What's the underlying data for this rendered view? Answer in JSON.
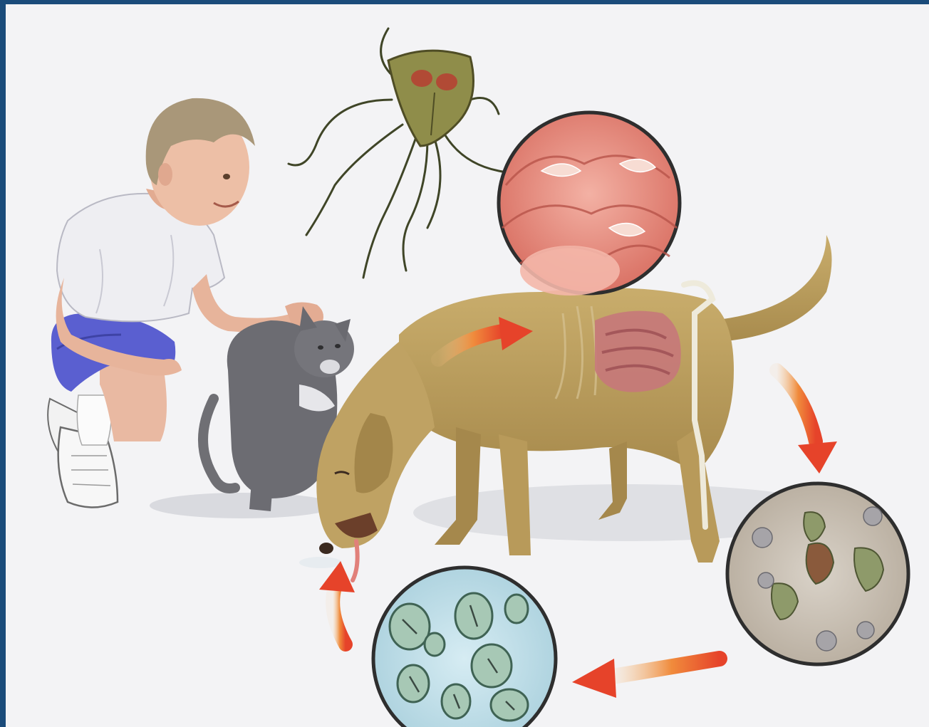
{
  "diagram": {
    "frame_color": "#1a4b7a",
    "background_color": "#f3f3f5",
    "arrow_color": "#e8502a",
    "nodes": [
      {
        "id": "child-with-cat",
        "icon": "child-petting-cat-illustration"
      },
      {
        "id": "giardia-trophozoite",
        "icon": "flagellate-parasite-illustration"
      },
      {
        "id": "dog",
        "icon": "dog-drinking-water-illustration"
      },
      {
        "id": "intestinal-lining",
        "icon": "intestine-magnified-circle"
      },
      {
        "id": "trophozoites-in-stool",
        "icon": "trophozoites-magnified-circle"
      },
      {
        "id": "cysts-in-water",
        "icon": "cysts-magnified-circle"
      }
    ],
    "edges": [
      {
        "from": "dog",
        "to": "intestinal-lining"
      },
      {
        "from": "intestinal-lining",
        "to": "trophozoites-in-stool"
      },
      {
        "from": "trophozoites-in-stool",
        "to": "cysts-in-water"
      },
      {
        "from": "cysts-in-water",
        "to": "dog"
      }
    ]
  }
}
